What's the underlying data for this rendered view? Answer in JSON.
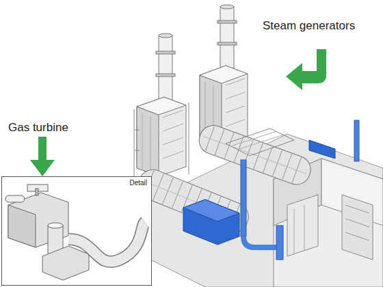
{
  "diagram": {
    "nodes": [
      {
        "text": [
          "Detail"
        ]
      }
    ],
    "edges": [],
    "labels": [
      "Steam generators",
      "Gas turbine"
    ]
  }
}
